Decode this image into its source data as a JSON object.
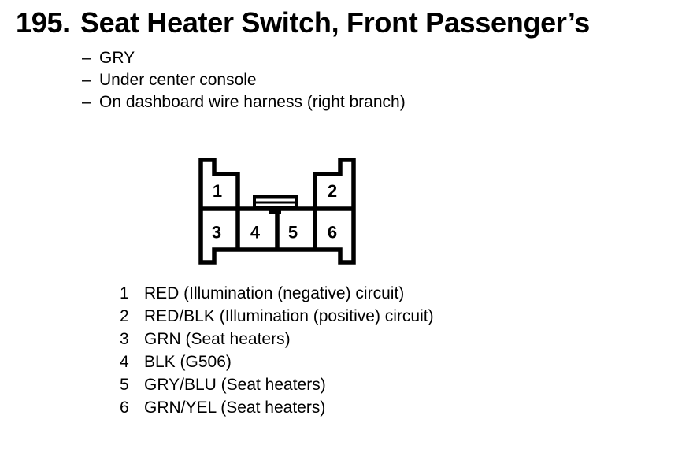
{
  "colors": {
    "ink": "#000000",
    "paper": "#ffffff"
  },
  "header": {
    "number": "195.",
    "title": "Seat Heater Switch, Front Passenger’s"
  },
  "details": {
    "bullet": "–",
    "items": [
      "GRY",
      "Under center console",
      "On dashboard wire harness (right branch)"
    ]
  },
  "connector": {
    "description": "6-cavity connector, face view",
    "pins": [
      "1",
      "2",
      "3",
      "4",
      "5",
      "6"
    ]
  },
  "pinout": {
    "rows": [
      {
        "pin": "1",
        "label": "RED (Illumination (negative) circuit)"
      },
      {
        "pin": "2",
        "label": "RED/BLK (Illumination (positive) circuit)"
      },
      {
        "pin": "3",
        "label": "GRN (Seat heaters)"
      },
      {
        "pin": "4",
        "label": "BLK (G506)"
      },
      {
        "pin": "5",
        "label": "GRY/BLU (Seat heaters)"
      },
      {
        "pin": "6",
        "label": "GRN/YEL (Seat heaters)"
      }
    ]
  }
}
